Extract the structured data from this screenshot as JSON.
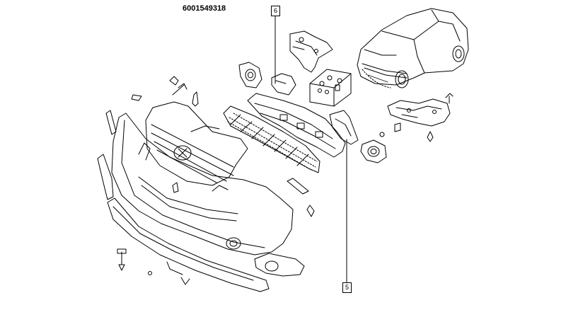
{
  "diagram": {
    "part_number": "6001549318",
    "callouts": [
      {
        "label": "6",
        "part": "inner-bracket"
      },
      {
        "label": "5",
        "part": "side-bracket"
      }
    ],
    "parts": [
      {
        "name": "car-overview"
      },
      {
        "name": "grille"
      },
      {
        "name": "upper-air-intake-grille"
      },
      {
        "name": "bumper-beam-reinforcement"
      },
      {
        "name": "front-bumper"
      },
      {
        "name": "lower-spoiler"
      },
      {
        "name": "fog-lamp-bezel"
      },
      {
        "name": "fog-lamp-housing"
      },
      {
        "name": "hardware-kit"
      }
    ]
  }
}
